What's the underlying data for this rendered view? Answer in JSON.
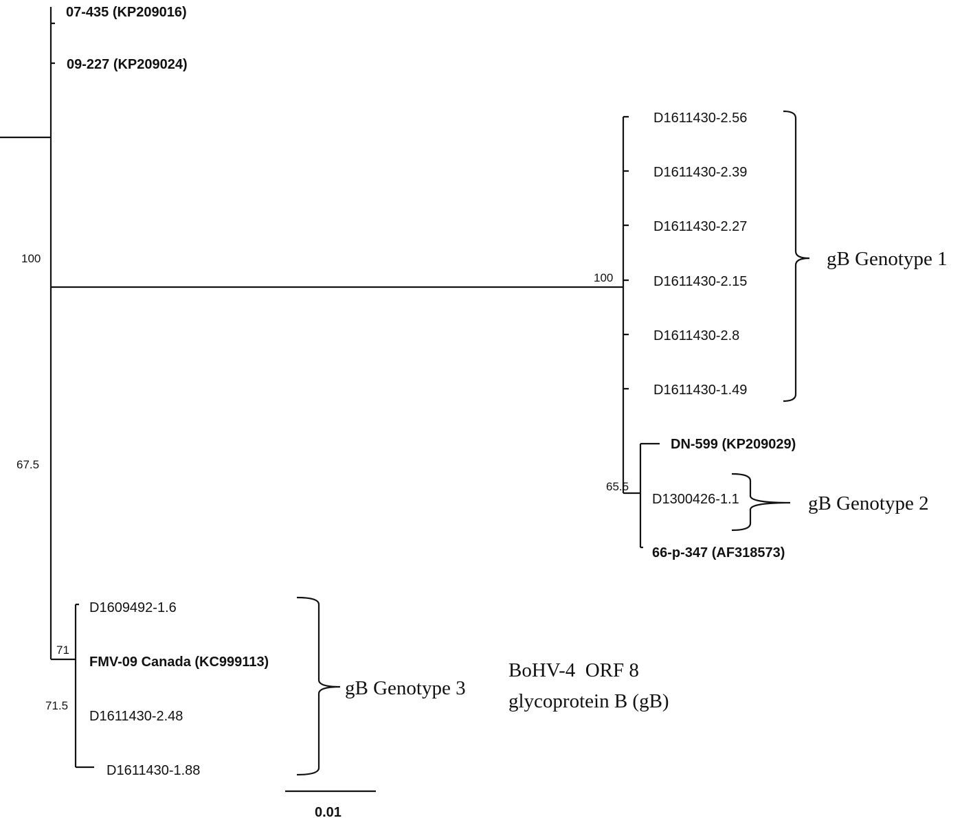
{
  "tips": {
    "t1": "07-435 (KP209016)",
    "t2": "09-227 (KP209024)",
    "g1a": "D1611430-2.56",
    "g1b": "D1611430-2.39",
    "g1c": "D1611430-2.27",
    "g1d": "D1611430-2.15",
    "g1e": "D1611430-2.8",
    "g1f": "D1611430-1.49",
    "g2a": "DN-599 (KP209029)",
    "g2b": "D1300426-1.1",
    "g2c": "66-p-347 (AF318573)",
    "g3a": "D1609492-1.6",
    "g3b": "FMV-09 Canada (KC999113)",
    "g3c": "D1611430-2.48",
    "g3d": "D1611430-1.88"
  },
  "support": {
    "root": "100",
    "clade1": "100",
    "deep": "67.5",
    "clade2": "65.5",
    "clade3a": "71",
    "clade3b": "71.5"
  },
  "groups": {
    "g1": "gB Genotype 1",
    "g2": "gB Genotype 2",
    "g3": "gB Genotype 3"
  },
  "caption": {
    "line1": "BoHV-4  ORF 8",
    "line2": "glycoprotein B (gB)"
  },
  "scale": {
    "label": "0.01"
  }
}
